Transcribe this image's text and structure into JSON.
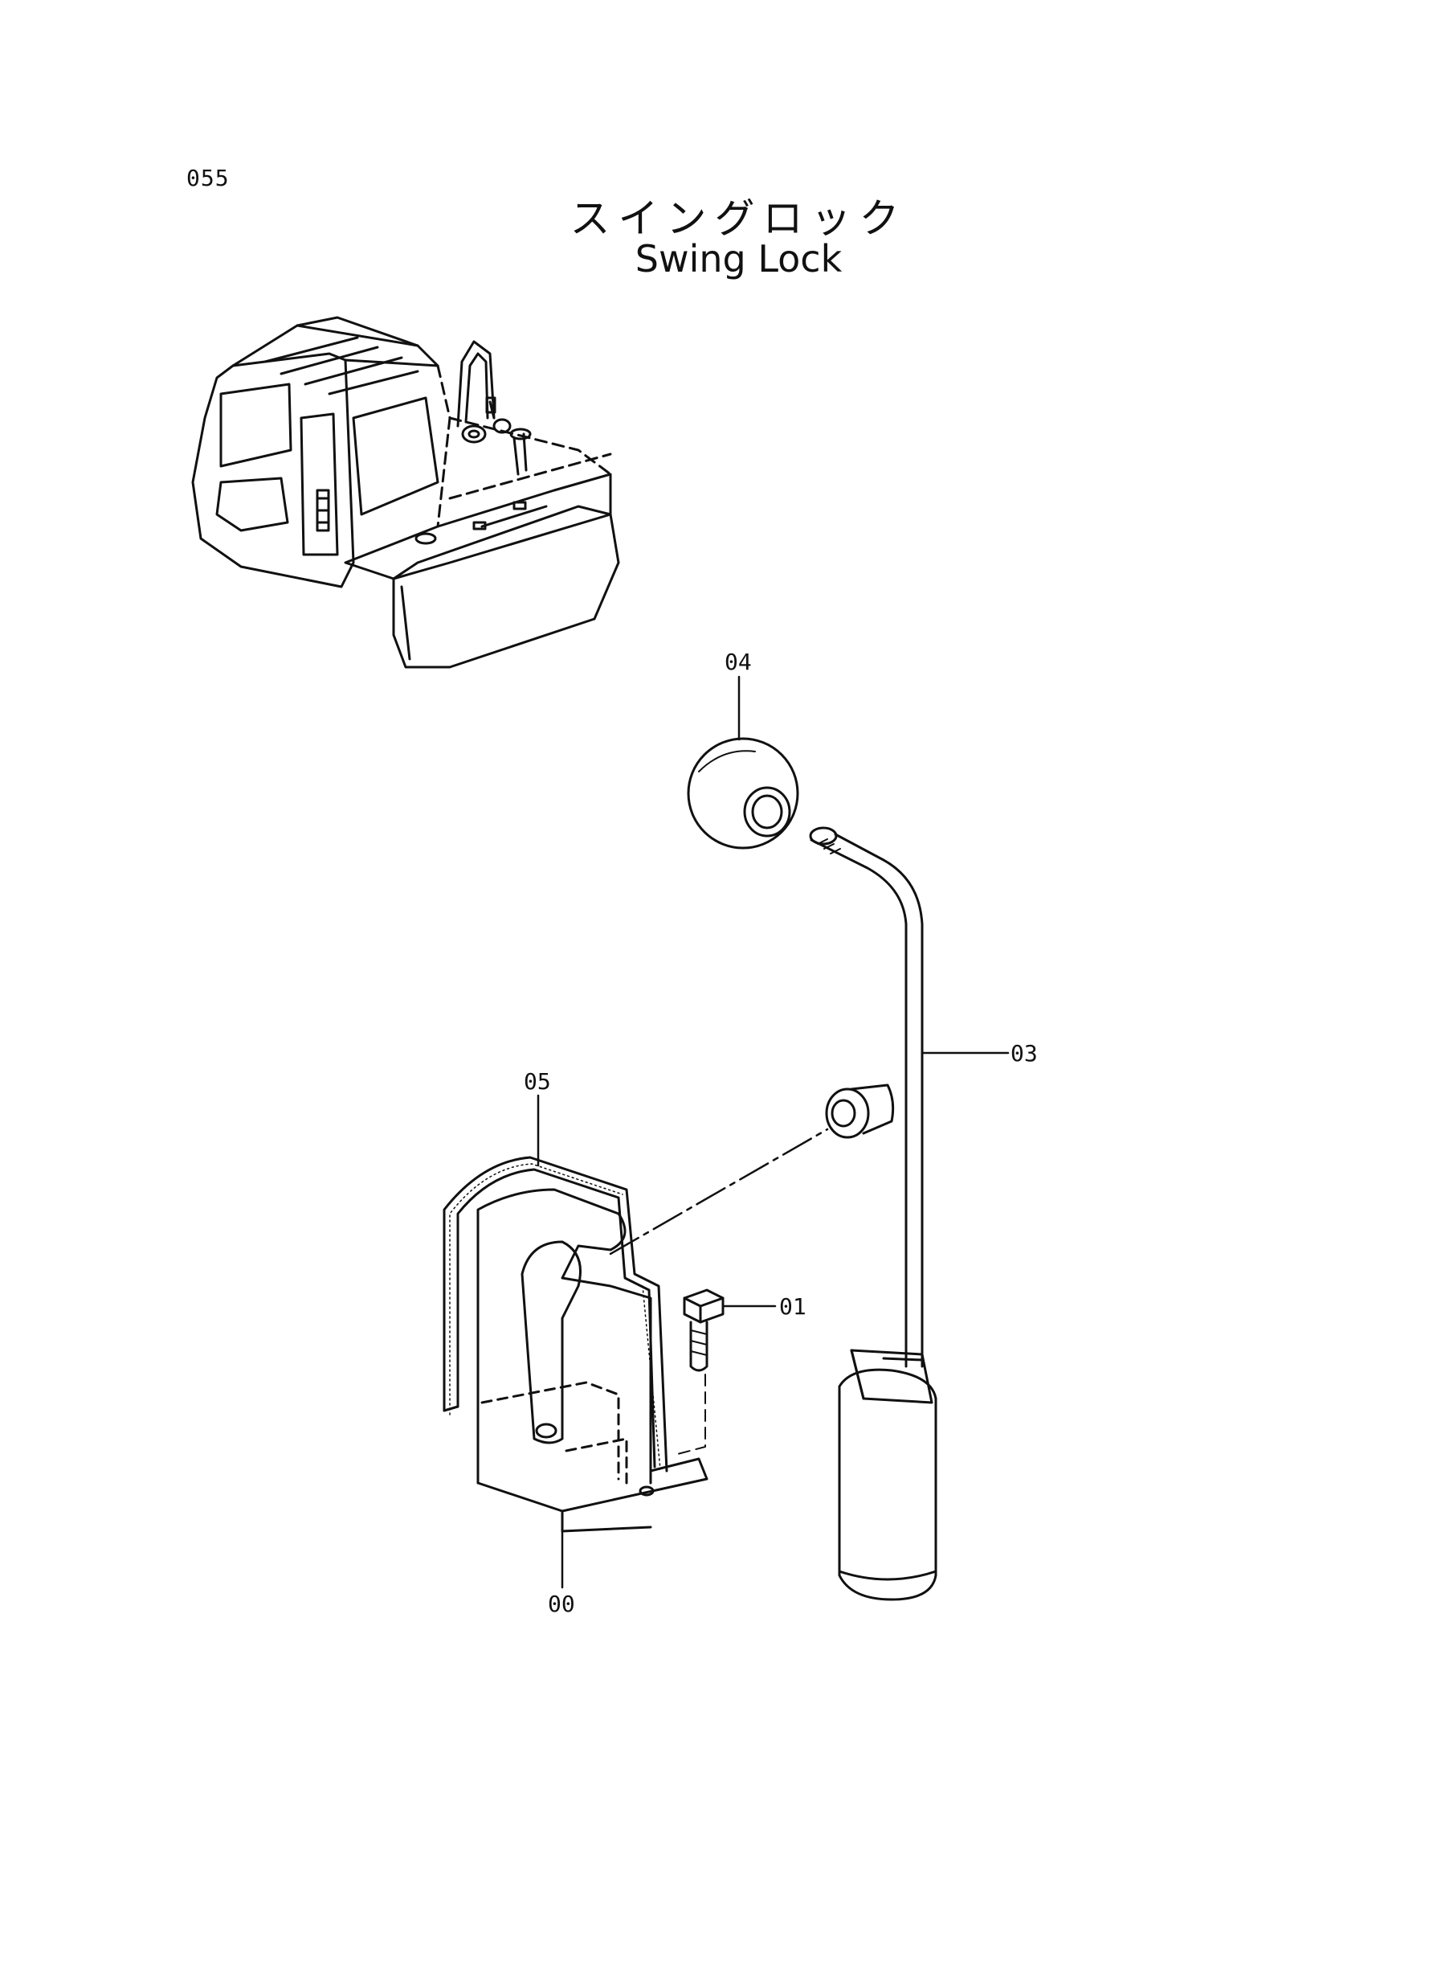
{
  "page_number": "055",
  "title_ja": "スイングロック",
  "title_en": "Swing Lock",
  "callouts": [
    {
      "id": "04",
      "label": "04"
    },
    {
      "id": "03",
      "label": "03"
    },
    {
      "id": "05",
      "label": "05"
    },
    {
      "id": "01",
      "label": "01"
    },
    {
      "id": "00",
      "label": "00"
    }
  ],
  "colors": {
    "ink": "#111111",
    "paper": "#ffffff"
  }
}
